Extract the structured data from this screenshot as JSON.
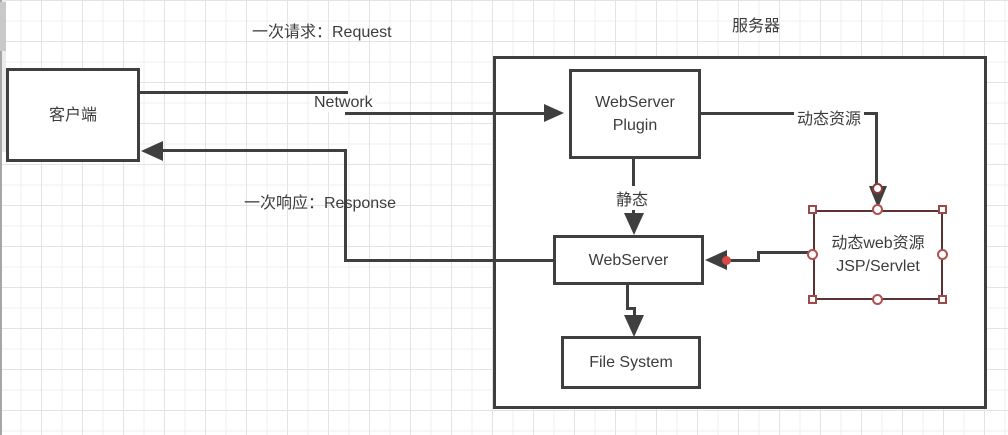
{
  "annotations": {
    "request": "一次请求：Request",
    "response": "一次响应：Response",
    "network": "Network",
    "server_title": "服务器",
    "dynamic_resource": "动态资源",
    "static": "静态"
  },
  "nodes": {
    "client": {
      "label": "客户端"
    },
    "webserver_plugin": {
      "label_line1": "WebServer",
      "label_line2": "Plugin"
    },
    "webserver": {
      "label": "WebServer"
    },
    "file_system": {
      "label": "File System"
    },
    "dynamic_web_resource": {
      "label_line1": "动态web资源",
      "label_line2": "JSP/Servlet",
      "selected": true
    }
  },
  "colors": {
    "connector": "#3f3f3f",
    "shape_border": "#3f3f3f",
    "selection_border": "#9b4a4a",
    "endpoint_dot": "#d84a4a",
    "grid_line": "#e3e3e3"
  }
}
